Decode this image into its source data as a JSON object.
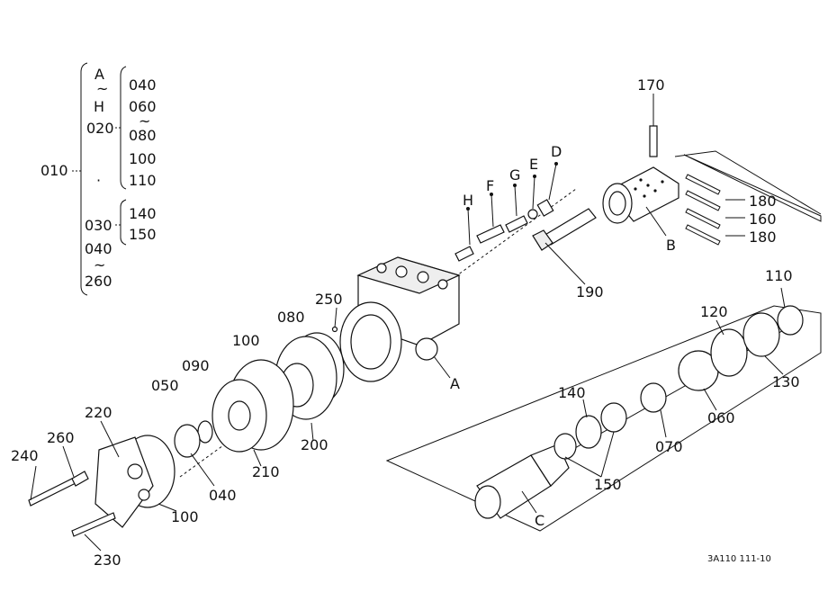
{
  "tree": {
    "a": "A",
    "tilde1": "~",
    "h": "H",
    "n020": "020",
    "n040": "040",
    "n060": "060",
    "tilde2": "~",
    "n080": "080",
    "n100": "100",
    "n110": "110",
    "n010": "010",
    "dot": "·",
    "n030": "030",
    "n140": "140",
    "n150": "150",
    "n040b": "040",
    "tilde3": "~",
    "n260": "260"
  },
  "callouts": {
    "c170": "170",
    "c180a": "180",
    "c160": "160",
    "c180b": "180",
    "cB": "B",
    "cH": "H",
    "cF": "F",
    "cG": "G",
    "cE": "E",
    "cD": "D",
    "c190": "190",
    "c250": "250",
    "c080": "080",
    "c100a": "100",
    "c090": "090",
    "c050": "050",
    "c220": "220",
    "c260": "260",
    "c240": "240",
    "cA": "A",
    "c200": "200",
    "c210": "210",
    "c040": "040",
    "c100b": "100",
    "c230": "230",
    "c110": "110",
    "c120": "120",
    "c130": "130",
    "c060": "060",
    "c070": "070",
    "c140": "140",
    "c150": "150",
    "cC": "C"
  },
  "code": "3A110  111-10"
}
